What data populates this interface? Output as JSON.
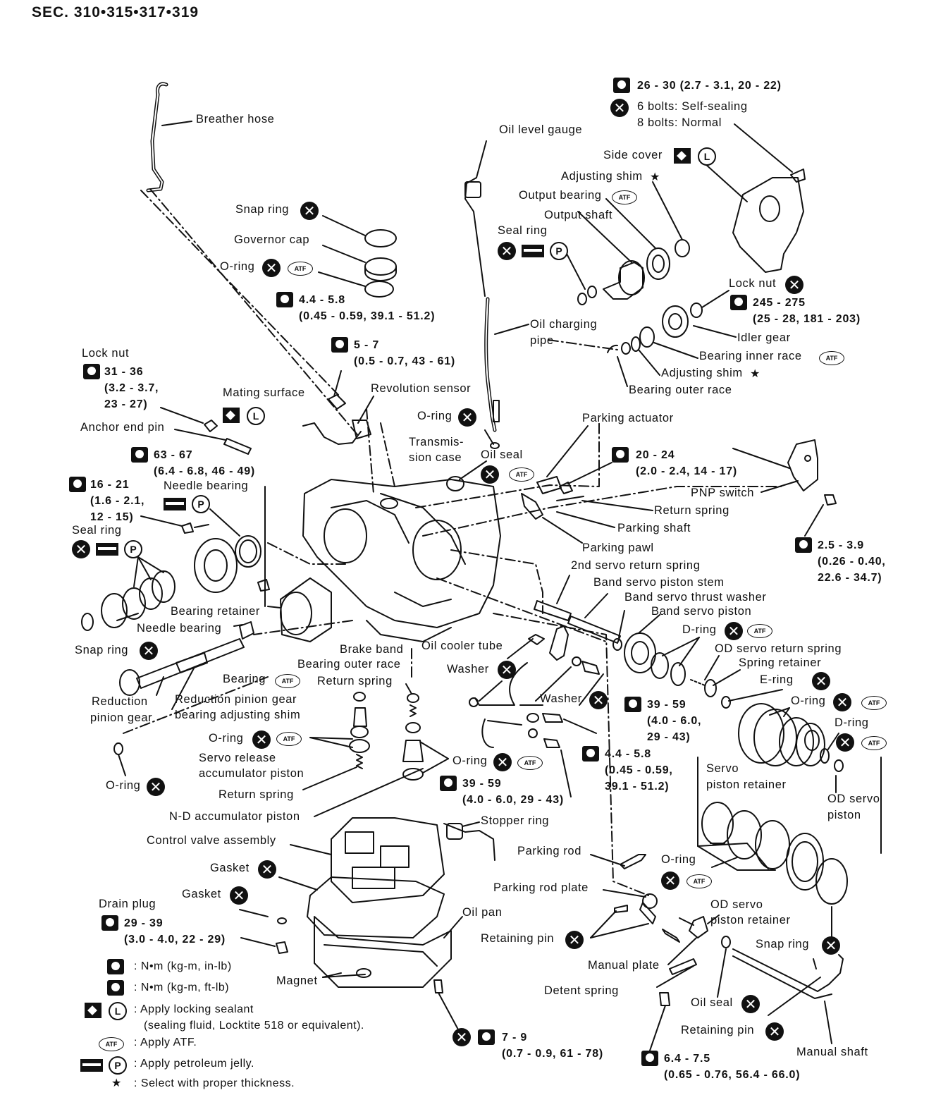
{
  "section_title": "SEC. 310•315•317•319",
  "labels": {
    "breather_hose": "Breather hose",
    "snap_ring_top": "Snap ring",
    "governor_cap": "Governor cap",
    "o_ring_gov": "O-ring",
    "oil_level_gauge": "Oil level gauge",
    "side_cover": "Side cover",
    "adjusting_shim_top": "Adjusting shim",
    "output_bearing": "Output bearing",
    "output_shaft": "Output shaft",
    "seal_ring_top": "Seal ring",
    "lock_nut_right": "Lock nut",
    "idler_gear": "Idler gear",
    "bearing_inner_race": "Bearing inner race",
    "adjusting_shim_mid": "Adjusting shim",
    "bearing_outer_race_top": "Bearing outer race",
    "oil_charging_pipe_1": "Oil charging",
    "oil_charging_pipe_2": "pipe",
    "lock_nut_left": "Lock nut",
    "mating_surface": "Mating surface",
    "revolution_sensor": "Revolution sensor",
    "anchor_end_pin": "Anchor end pin",
    "o_ring_sensor": "O-ring",
    "transmission_case_1": "Transmis-",
    "transmission_case_2": "sion case",
    "oil_seal_top": "Oil seal",
    "parking_actuator": "Parking actuator",
    "needle_bearing_top": "Needle bearing",
    "pnp_switch": "PNP switch",
    "return_spring_park": "Return spring",
    "parking_shaft": "Parking shaft",
    "parking_pawl": "Parking pawl",
    "seal_ring_left": "Seal ring",
    "second_servo_return_spring": "2nd servo return spring",
    "band_servo_piston_stem": "Band servo piston stem",
    "band_servo_thrust_washer": "Band servo thrust washer",
    "band_servo_piston": "Band servo piston",
    "bearing_retainer": "Bearing retainer",
    "needle_bearing_low": "Needle bearing",
    "d_ring_top": "D-ring",
    "snap_ring_left": "Snap ring",
    "brake_band": "Brake band",
    "oil_cooler_tube": "Oil cooler tube",
    "od_servo_return_spring": "OD servo return spring",
    "bearing_outer_race_low": "Bearing outer race",
    "spring_retainer": "Spring retainer",
    "washer_top": "Washer",
    "bearing": "Bearing",
    "return_spring_mid": "Return spring",
    "e_ring": "E-ring",
    "reduction_pinion_gear_1": "Reduction",
    "reduction_pinion_gear_2": "pinion gear",
    "reduction_pinion_shim_1": "Reduction pinion gear",
    "reduction_pinion_shim_2": "bearing adjusting shim",
    "washer_mid": "Washer",
    "o_ring_right": "O-ring",
    "d_ring_right": "D-ring",
    "o_ring_accum": "O-ring",
    "servo_release_1": "Servo release",
    "servo_release_2": "accumulator piston",
    "o_ring_mid": "O-ring",
    "servo_piston_retainer_1": "Servo",
    "servo_piston_retainer_2": "piston retainer",
    "o_ring_left": "O-ring",
    "return_spring_low": "Return spring",
    "od_servo_piston_1": "OD servo",
    "od_servo_piston_2": "piston",
    "nd_accumulator_piston": "N-D accumulator piston",
    "stopper_ring": "Stopper ring",
    "control_valve_assembly": "Control valve assembly",
    "parking_rod": "Parking rod",
    "gasket_1": "Gasket",
    "o_ring_low": "O-ring",
    "gasket_2": "Gasket",
    "parking_rod_plate": "Parking rod plate",
    "drain_plug": "Drain plug",
    "oil_pan": "Oil pan",
    "od_servo_piston_retainer_1": "OD servo",
    "od_servo_piston_retainer_2": "piston retainer",
    "retaining_pin_1": "Retaining pin",
    "snap_ring_right": "Snap ring",
    "manual_plate": "Manual plate",
    "magnet": "Magnet",
    "detent_spring": "Detent spring",
    "oil_seal_low": "Oil seal",
    "retaining_pin_2": "Retaining pin",
    "manual_shaft": "Manual shaft"
  },
  "torques": {
    "side_cover_bolts": [
      "26 - 30 (2.7 - 3.1, 20 - 22)"
    ],
    "bolts_note": [
      "6 bolts: Self-sealing",
      "8 bolts: Normal"
    ],
    "gov_cap": [
      "4.4 - 5.8",
      "(0.45 - 0.59, 39.1 - 51.2)"
    ],
    "idler_nut": [
      "245 - 275",
      "(25 - 28, 181 - 203)"
    ],
    "sensor_bolt": [
      "5 - 7",
      "(0.5 - 0.7, 43 - 61)"
    ],
    "lock_nut_left": [
      "31 - 36",
      "(3.2 - 3.7,",
      "23 - 27)"
    ],
    "anchor": [
      "63 - 67",
      "(6.4 - 6.8, 46 - 49)"
    ],
    "parking_actuator": [
      "20 - 24",
      "(2.0 - 2.4, 14 - 17)"
    ],
    "retainer_bolt": [
      "16 - 21",
      "(1.6 - 2.1,",
      "12 - 15)"
    ],
    "pnp": [
      "2.5 - 3.9",
      "(0.26 - 0.40,",
      "22.6 - 34.7)"
    ],
    "cooler_right": [
      "39 - 59",
      "(4.0 - 6.0,",
      "29 - 43)"
    ],
    "cooler_low": [
      "4.4 - 5.8",
      "(0.45 - 0.59,",
      "39.1 - 51.2)"
    ],
    "accum": [
      "39 - 59",
      "(4.0 - 6.0, 29 - 43)"
    ],
    "drain": [
      "29 - 39",
      "(3.0 - 4.0, 22 - 29)"
    ],
    "pan": [
      "7 - 9",
      "(0.7 - 0.9, 61 - 78)"
    ],
    "manual": [
      "6.4 - 7.5",
      "(0.65 - 0.76, 56.4 - 66.0)"
    ]
  },
  "legend": {
    "nm_kgm_inlb": ": N•m (kg-m, in-lb)",
    "nm_kgm_ftlb": ": N•m (kg-m, ft-lb)",
    "locking_sealant_1": ": Apply locking sealant",
    "locking_sealant_2": "(sealing fluid, Locktite 518 or equivalent).",
    "apply_atf": ": Apply ATF.",
    "petroleum_jelly": ": Apply petroleum jelly.",
    "select_thickness": ": Select with proper thickness."
  },
  "symbols": {
    "atf": "ATF",
    "x": "✕",
    "p": "P",
    "l": "L",
    "star": "★"
  }
}
